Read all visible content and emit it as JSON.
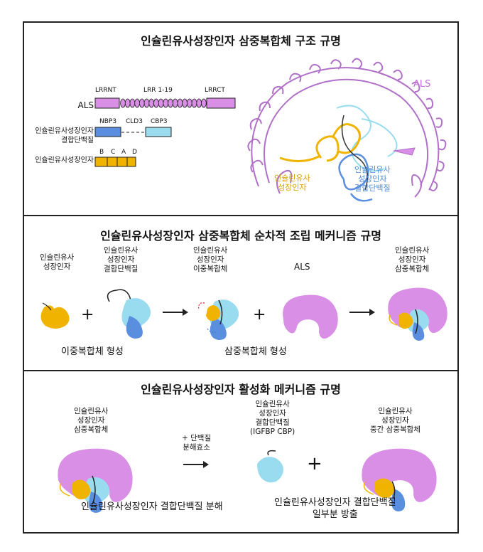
{
  "panel1": {
    "title": "인슐린유사성장인자 삼중복합체 구조 규명",
    "als_label": "ALS",
    "igfbp_label": "인슐린유사성장인자\n결합단백질",
    "igf_label": "인슐린유사성장인자",
    "als_domains": [
      "LRRNT",
      "LRR 1-19",
      "LRRCT"
    ],
    "igfbp_domains": [
      "NBP3",
      "CLD3",
      "CBP3"
    ],
    "igf_domains": [
      "B",
      "C",
      "A",
      "D"
    ],
    "struct_als": "ALS",
    "struct_igf": "인슐린유사\n성장인자",
    "struct_igfbp": "인슐린유사\n성장인자\n결합단백질"
  },
  "panel2": {
    "title": "인슐린유사성장인자 삼중복합체 순차적 조립 메커니즘 규명",
    "igf": "인슐린유사\n성장인자",
    "igfbp": "인슐린유사\n성장인자\n결합단백질",
    "binary": "인슐린유사\n성장인자\n이중복합체",
    "als": "ALS",
    "ternary": "인슐린유사\n성장인자\n삼중복합체",
    "step1": "이중복합체 형성",
    "step2": "삼중복합체 형성",
    "plus": "+"
  },
  "panel3": {
    "title": "인슐린유사성장인자 활성화 메커니즘 규명",
    "ternary": "인슐린유사\n성장인자\n삼중복합체",
    "protease": "+ 단백질\n분해효소",
    "cbp": "인슐린유사\n성장인자\n결합단백질\n(IGFBP CBP)",
    "intermediate": "인슐린유사\n성장인자\n중간 삼중복합체",
    "step1": "인슐린유사성장인자 결합단백질 분해",
    "step2": "인슐린유사성장인자 결합단백질\n일부분 방출",
    "plus": "+"
  },
  "colors": {
    "als": "#d98fe6",
    "igf": "#f0b400",
    "igfbp_light": "#9adcef",
    "igfbp_dark": "#5a8fe0"
  }
}
